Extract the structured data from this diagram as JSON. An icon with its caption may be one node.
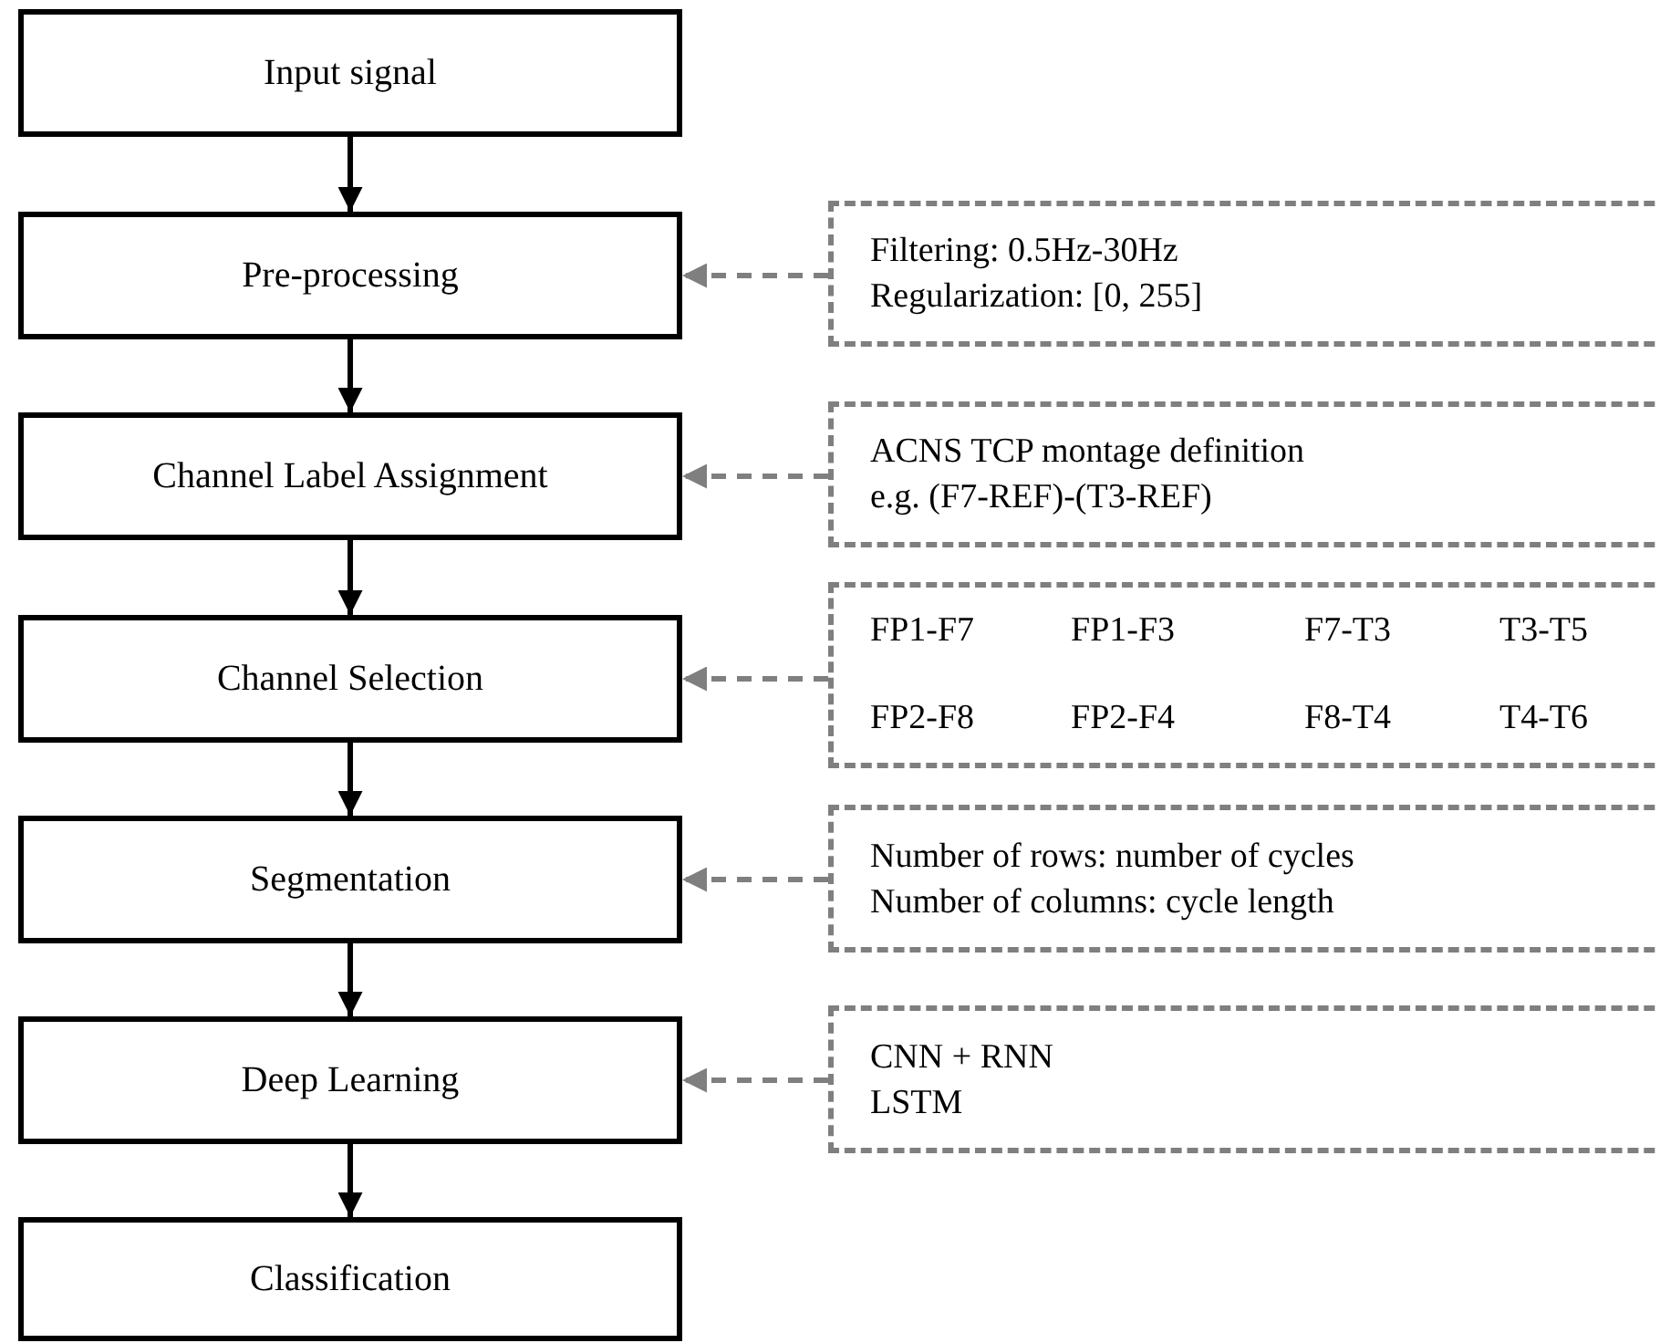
{
  "diagram": {
    "nodes": [
      {
        "text": [
          "Input signal"
        ]
      },
      {
        "text": [
          "Pre-processing"
        ]
      },
      {
        "text": [
          "Channel Label Assignment"
        ]
      },
      {
        "text": [
          "Channel Selection"
        ]
      },
      {
        "text": [
          "Segmentation"
        ]
      },
      {
        "text": [
          "Deep Learning"
        ]
      },
      {
        "text": [
          "Classification"
        ]
      },
      {
        "text": [
          "Filtering: 0.5Hz-30Hz",
          "Regularization: [0, 255]"
        ]
      },
      {
        "text": [
          "ACNS TCP montage definition",
          "e.g. (F7-REF)-(T3-REF)"
        ]
      },
      {
        "text": [
          "FP1-F7",
          "FP1-F3",
          "F7-T3",
          "T3-T5",
          "FP2-F8",
          "FP2-F4",
          "F8-T4",
          "T4-T6"
        ]
      },
      {
        "text": [
          "Number of rows: number of cycles",
          "Number of columns: cycle length"
        ]
      },
      {
        "text": [
          "CNN + RNN",
          "LSTM"
        ]
      }
    ],
    "edges": [
      {
        "from": 0,
        "to": 1,
        "arrow": "to"
      },
      {
        "from": 1,
        "to": 2,
        "arrow": "to"
      },
      {
        "from": 2,
        "to": 3,
        "arrow": "to"
      },
      {
        "from": 3,
        "to": 4,
        "arrow": "to"
      },
      {
        "from": 4,
        "to": 5,
        "arrow": "to"
      },
      {
        "from": 5,
        "to": 6,
        "arrow": "to"
      },
      {
        "from": 7,
        "to": 1,
        "arrow": "to",
        "style": "dashed",
        "color": "#7f7f7f"
      },
      {
        "from": 8,
        "to": 2,
        "arrow": "to",
        "style": "dashed",
        "color": "#7f7f7f"
      },
      {
        "from": 9,
        "to": 3,
        "arrow": "to",
        "style": "dashed",
        "color": "#7f7f7f"
      },
      {
        "from": 10,
        "to": 4,
        "arrow": "to",
        "style": "dashed",
        "color": "#7f7f7f"
      },
      {
        "from": 11,
        "to": 5,
        "arrow": "to",
        "style": "dashed",
        "color": "#7f7f7f"
      }
    ]
  }
}
